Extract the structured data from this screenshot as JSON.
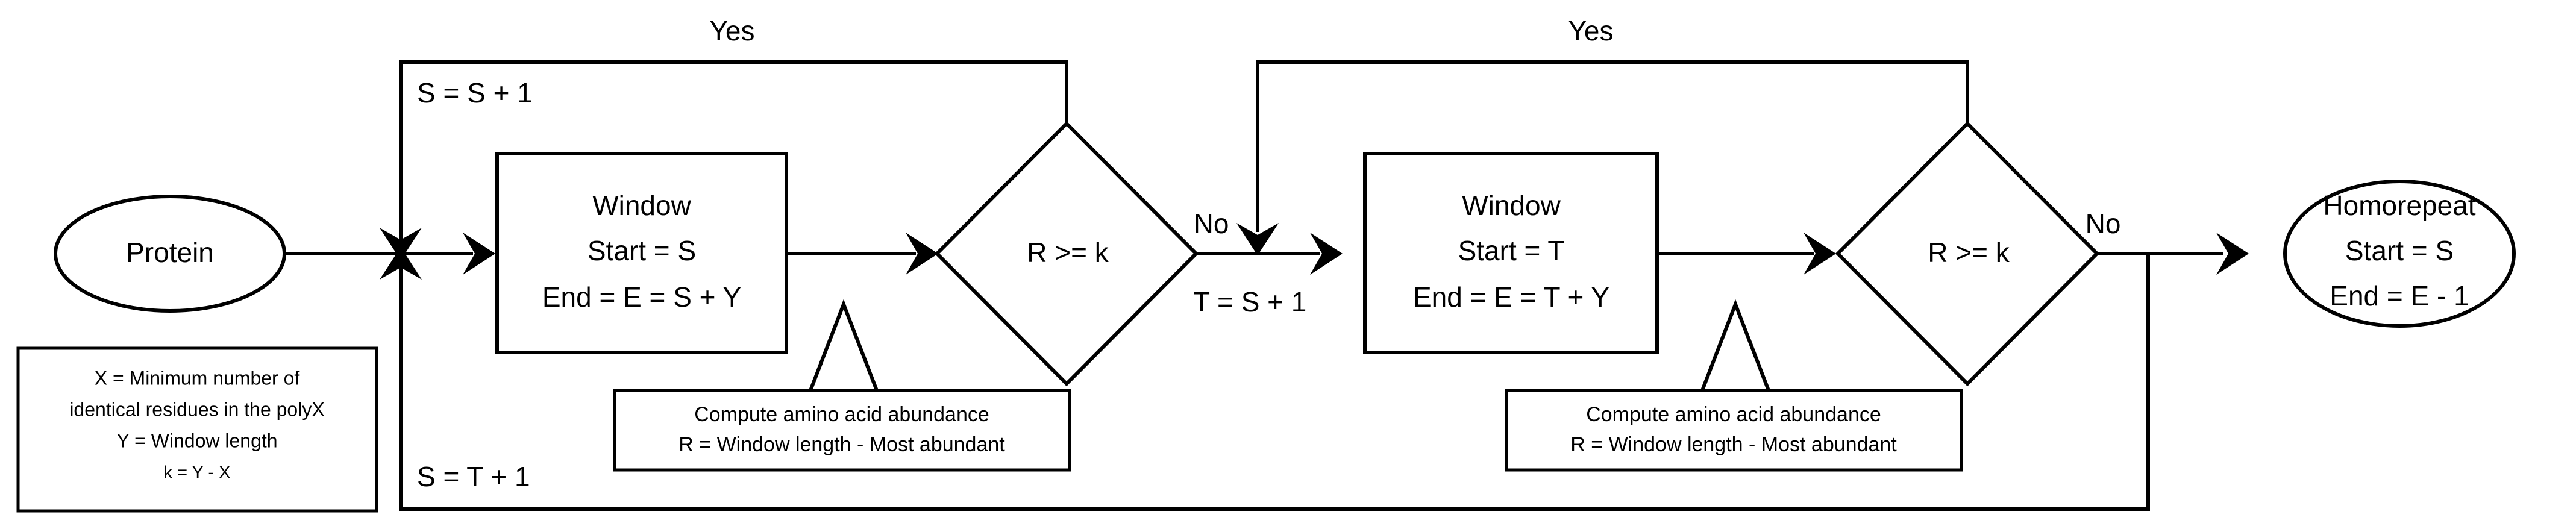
{
  "diagram": {
    "title": "Homorepeat detection sliding-window algorithm flowchart",
    "background_color": "#ffffff",
    "line_color": "#000000"
  },
  "nodes": {
    "start": {
      "type": "terminator-ellipse",
      "label": "Protein"
    },
    "window1": {
      "type": "process-box",
      "line1": "Window",
      "line2": "Start = S",
      "line3": "End = E = S + Y"
    },
    "decision1": {
      "type": "decision-diamond",
      "label": "R >= k"
    },
    "window2": {
      "type": "process-box",
      "line1": "Window",
      "line2": "Start = T",
      "line3": "End = E = T + Y"
    },
    "decision2": {
      "type": "decision-diamond",
      "label": "R >= k"
    },
    "end": {
      "type": "terminator-ellipse",
      "line1": "Homorepeat",
      "line2": "Start = S",
      "line3": "End = E - 1"
    }
  },
  "callouts": {
    "callout1": {
      "line1": "Compute amino acid abundance",
      "line2": "R = Window length - Most abundant"
    },
    "callout2": {
      "line1": "Compute amino acid abundance",
      "line2": "R = Window length - Most abundant"
    }
  },
  "legend": {
    "line1": "X = Minimum number of",
    "line2": "identical residues in the polyX",
    "line3": "Y = Window length",
    "line4": "k = Y - X"
  },
  "edge_labels": {
    "yes1": "Yes",
    "yes2": "Yes",
    "no1": "No",
    "no2": "No",
    "s_increment": "S = S + 1",
    "s_reset": "S = T + 1",
    "t_assign": "T = S + 1"
  }
}
